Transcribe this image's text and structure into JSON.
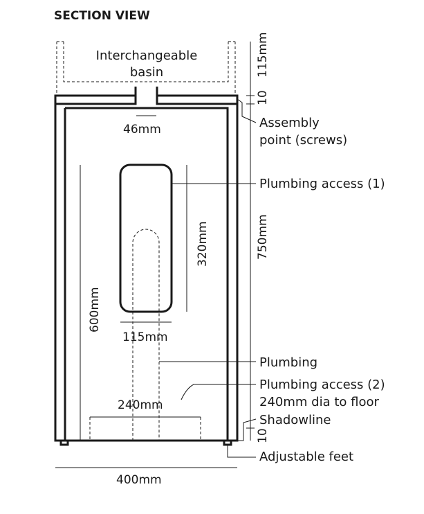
{
  "title": "SECTION VIEW",
  "labels": {
    "basin_line1": "Interchangeable",
    "basin_line2": "basin",
    "assembly_line1": "Assembly",
    "assembly_line2": "point (screws)",
    "plumbing_access_1": "Plumbing access (1)",
    "plumbing": "Plumbing",
    "plumbing_access_2": "Plumbing access (2)",
    "plumbing_access_2_note": "240mm dia to floor",
    "shadowline": "Shadowline",
    "adjustable_feet": "Adjustable feet"
  },
  "dimensions": {
    "gap_width": "46mm",
    "access_height": "320mm",
    "access_width": "115mm",
    "inner_height": "600mm",
    "plumbing_dia": "240mm",
    "overall_width": "400mm",
    "basin_height": "115mm",
    "top_thickness": "10",
    "body_height": "750mm",
    "base_thickness": "10"
  }
}
